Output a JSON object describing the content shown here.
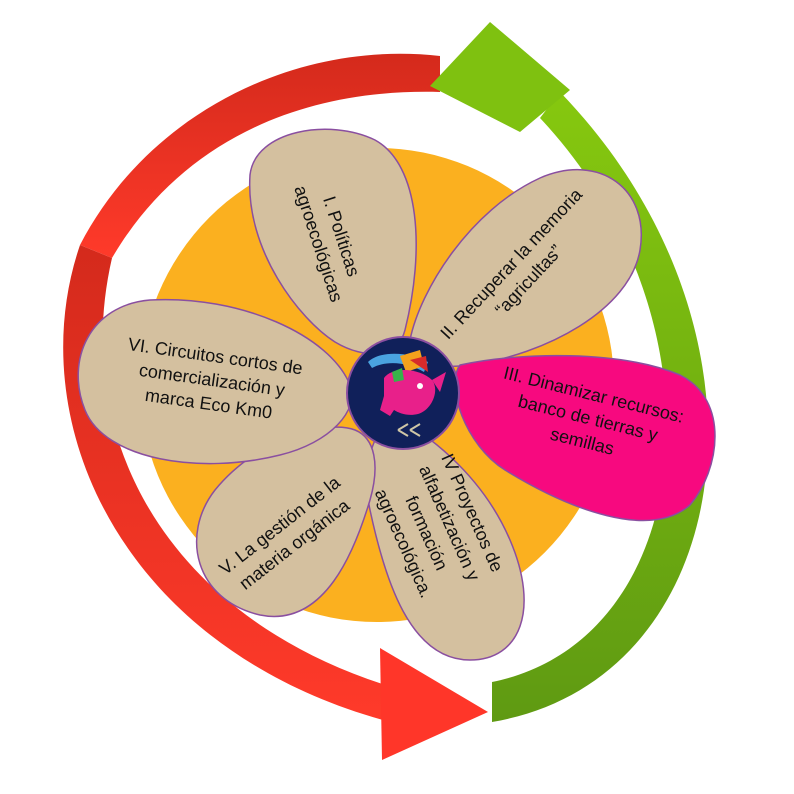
{
  "colors": {
    "background": "#ffffff",
    "sun": "#fbb01f",
    "petal_fill": "#d4c09f",
    "petal_highlight": "#f7097f",
    "petal_stroke": "#8a4fa0",
    "center": "#10205a",
    "arrow_green": "#7dbe10",
    "arrow_red": "#e0231d"
  },
  "icons": {
    "center": "stylized-pink-fish-animal-icon",
    "arrows": "circular-cycle-arrows-icon"
  },
  "petals": [
    {
      "id": "I",
      "lines": [
        "I. Políticas",
        "agroecológicas"
      ],
      "highlighted": false
    },
    {
      "id": "II",
      "lines": [
        "II. Recuperar la memoria",
        "“agricultas”"
      ],
      "highlighted": false
    },
    {
      "id": "III",
      "lines": [
        "III. Dinamizar recursos:",
        "banco de tierras y",
        "semillas"
      ],
      "highlighted": true
    },
    {
      "id": "IV",
      "lines": [
        "IV Proyectos de",
        "alfabetización y",
        "formación",
        "agroecológica."
      ],
      "highlighted": false
    },
    {
      "id": "V",
      "lines": [
        "V. La gestión de la",
        "materia orgánica"
      ],
      "highlighted": false
    },
    {
      "id": "VI",
      "lines": [
        "VI. Circuitos cortos de",
        "comercialización y",
        "marca Eco Km0"
      ],
      "highlighted": false
    }
  ]
}
